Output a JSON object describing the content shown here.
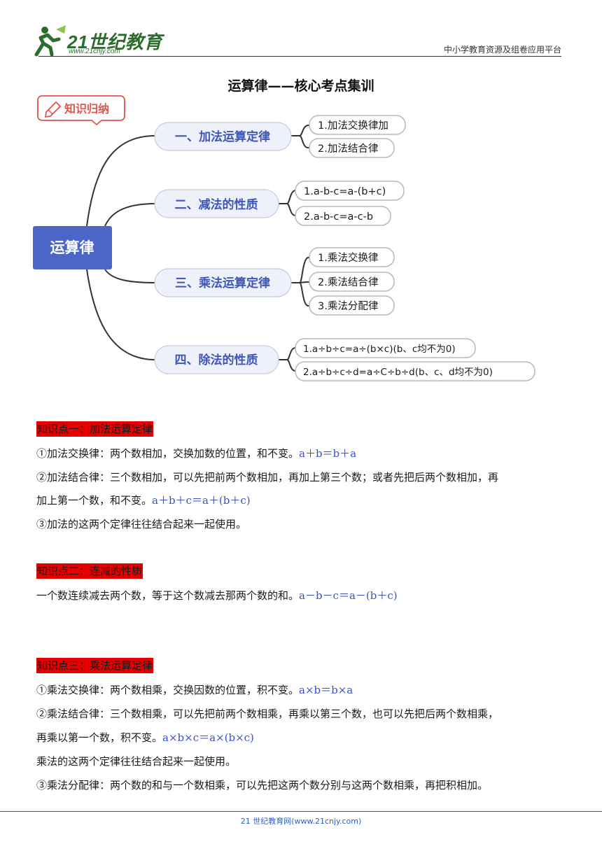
{
  "header": {
    "logo_text": "21世纪教育",
    "logo_sub": "www.21cnjy.com",
    "right_text": "中小学教育资源及组卷应用平台"
  },
  "title": "运算律——核心考点集训",
  "mindmap": {
    "badge": "知识归纳",
    "root": "运算律",
    "branches": [
      {
        "label": "一、加法运算定律",
        "leaves": [
          "1.加法交换律加",
          "2.加法结合律"
        ]
      },
      {
        "label": "二、减法的性质",
        "leaves": [
          "1.a-b-c=a-(b+c)",
          "2.a-b-c=a-c-b"
        ]
      },
      {
        "label": "三、乘法运算定律",
        "leaves": [
          "1.乘法交换律",
          "2.乘法结合律",
          "3.乘法分配律"
        ]
      },
      {
        "label": "四、除法的性质",
        "leaves": [
          "1.a÷b÷c=a÷(b×c)(b、c均不为0)",
          "2.a÷b÷c÷d=a÷C÷b÷d(b、c、d均不为0)"
        ]
      }
    ],
    "colors": {
      "root_bg": "#4a67c8",
      "branch_stroke": "#333333",
      "branch_text": "#3d56b8",
      "badge_color": "#e0554a"
    }
  },
  "sections": [
    {
      "title": "知识点一：加法运算定律",
      "p1_text": "①加法交换律：两个数相加，交换加数的位置，和不变。",
      "p1_formula": "a＋b＝b＋a",
      "p2_line1": "②加法结合律：三个数相加，可以先把前两个数相加，再加上第三个数；或者先把后两个数相加，再",
      "p2_line2": "加上第一个数，和不变。",
      "p2_formula": "a＋b＋c＝a＋(b＋c)",
      "p3_text": "③加法的这两个定律往往结合起来一起使用。"
    },
    {
      "title": "知识点二：连减的性质",
      "p1_text": "一个数连续减去两个数，等于这个数减去那两个数的和。",
      "p1_formula": "a－b－c＝a－(b＋c)"
    },
    {
      "title": "知识点三：乘法运算定律",
      "p1_text": "①乘法交换律：两个数相乘，交换因数的位置，积不变。",
      "p1_formula": "a×b＝b×a",
      "p2_line1": "②乘法结合律：三个数相乘，可以先把前两个数相乘，再乘以第三个数，也可以先把后两个数相乘，",
      "p2_line2": "再乘以第一个数，积不变。",
      "p2_formula": "a×b×c＝a×(b×c)",
      "p3_text": "乘法的这两个定律往往结合起来一起使用。",
      "p4_text": "③乘法分配律：两个数的和与一个数相乘，可以先把这两个数分别与这两个数相乘，再把积相加。"
    }
  ],
  "footer": "21 世纪教育网(www.21cnjy.com)"
}
